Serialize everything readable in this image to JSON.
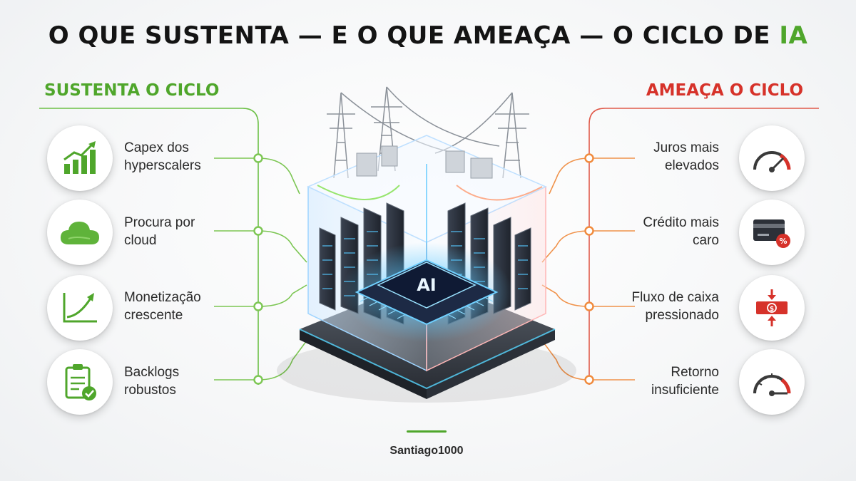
{
  "header": {
    "title_prefix": "O QUE SUSTENTA — E O QUE AMEAÇA — O CICLO DE ",
    "title_highlight": "IA"
  },
  "left_section": {
    "title": "SUSTENTA O CICLO",
    "color": "#4fa62b",
    "items": [
      {
        "line1": "Capex dos",
        "line2": "hyperscalers",
        "icon": "growth-bar-chart-icon"
      },
      {
        "line1": "Procura por",
        "line2": "cloud",
        "icon": "cloud-icon"
      },
      {
        "line1": "Monetização",
        "line2": "crescente",
        "icon": "trend-line-icon"
      },
      {
        "line1": "Backlogs",
        "line2": "robustos",
        "icon": "clipboard-check-icon"
      }
    ]
  },
  "right_section": {
    "title": "AMEAÇA O CICLO",
    "color": "#d6322a",
    "items": [
      {
        "line1": "Juros mais",
        "line2": "elevados",
        "icon": "speedometer-high-icon"
      },
      {
        "line1": "Crédito mais",
        "line2": "caro",
        "icon": "credit-card-percent-icon"
      },
      {
        "line1": "Fluxo de caixa",
        "line2": "pressionado",
        "icon": "cash-compressed-icon"
      },
      {
        "line1": "Retorno",
        "line2": "insuficiente",
        "icon": "speedometer-low-icon"
      }
    ]
  },
  "center": {
    "chip_label": "AI",
    "illustration": "data-center-illustration"
  },
  "footer": {
    "brand": "Santiago1000"
  }
}
